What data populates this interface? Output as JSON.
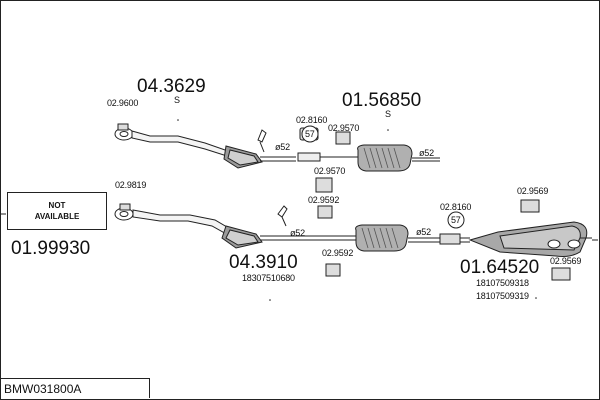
{
  "diagram": {
    "model_code": "BMW031800A",
    "not_available": [
      "NOT",
      "AVAILABLE"
    ],
    "parts": {
      "front_pipe_upper": {
        "number": "04.3629",
        "suffix": "S"
      },
      "middle_silencer_upper": {
        "number": "01.56850",
        "suffix": "S"
      },
      "not_available_part": {
        "number": "01.99930"
      },
      "front_pipe_lower": {
        "number": "04.3910",
        "oem": "18307510680"
      },
      "rear_silencer": {
        "number": "01.64520",
        "oem": [
          "18107509318",
          "18107509319"
        ]
      }
    },
    "fittings": {
      "gasket_upper": "02.9600",
      "gasket_lower": "02.9819",
      "clamp_upper": "02.8160",
      "clamp_lower": "02.8160",
      "hanger_upper": "02.9570",
      "hanger_middle": "02.9570",
      "hanger_middle_2": "02.9592",
      "hanger_lower": "02.9592",
      "hanger_rear_top": "02.9569",
      "hanger_rear_bottom": "02.9569",
      "clamp_57_upper": "57",
      "clamp_57_lower": "57",
      "diameter_1": "ø52",
      "diameter_2": "ø52",
      "diameter_3": "ø52",
      "diameter_4": "ø52"
    }
  }
}
